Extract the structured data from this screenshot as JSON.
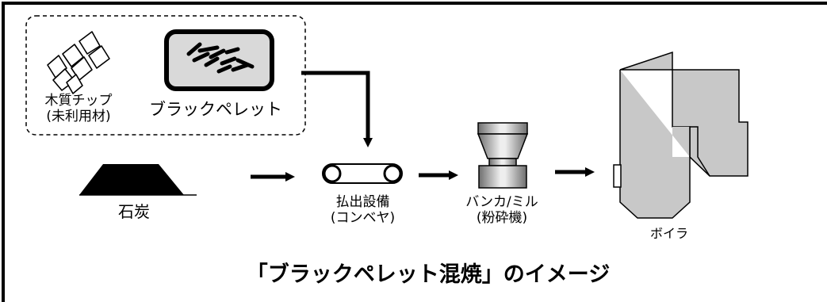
{
  "labels": {
    "wood_chip_line1": "木質チップ",
    "wood_chip_line2": "(未利用材)",
    "black_pellet": "ブラックペレット",
    "coal": "石炭",
    "conveyor_line1": "払出設備",
    "conveyor_line2": "(コンベヤ)",
    "mill_line1": "バンカ/ミル",
    "mill_line2": "(粉砕機)",
    "boiler": "ボイラ",
    "caption": "「ブラックペレット混焼」のイメージ"
  },
  "colors": {
    "boiler_fill": "#c8c8c8",
    "pellet_box_fill": "#d9d9d9",
    "mill_dark": "#707070",
    "mill_light": "#e6e6e6",
    "ink": "#000000"
  }
}
